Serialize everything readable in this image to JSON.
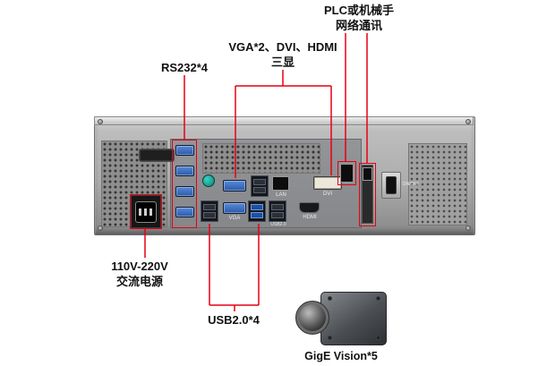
{
  "colors": {
    "annotation_red": "#e60012"
  },
  "callouts": {
    "plc": {
      "line1": "PLC或机械手",
      "line2": "网络通讯"
    },
    "display": {
      "line1": "VGA*2、DVI、HDMI",
      "line2": "三显"
    },
    "rs232": "RS232*4",
    "power": {
      "line1": "110V-220V",
      "line2": "交流电源"
    },
    "usb": "USB2.0*4",
    "gige": "GigE Vision*5"
  },
  "panel": {
    "switch_label": "ON/OFF",
    "port_labels": {
      "vga": "VGA",
      "lan": "LAN",
      "dvi": "DVI",
      "hdmi": "HDMI",
      "usb2": "USB2.0"
    }
  }
}
